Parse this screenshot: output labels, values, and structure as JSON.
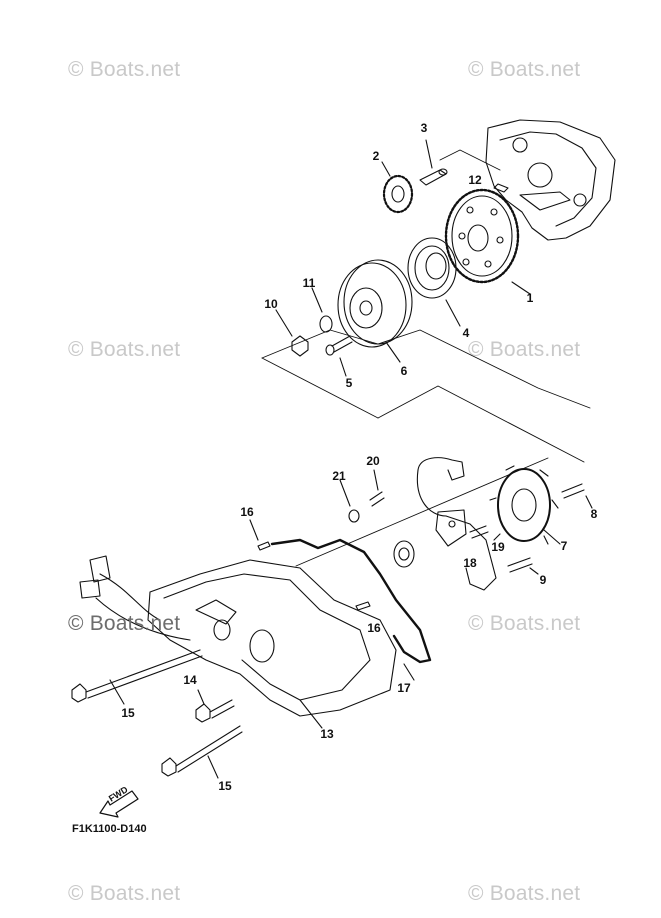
{
  "watermark": {
    "text": "© Boats.net",
    "color": "#c9c9c9",
    "dark_color": "#6d6d6d"
  },
  "callouts": [
    {
      "id": "1",
      "label": "1"
    },
    {
      "id": "2",
      "label": "2"
    },
    {
      "id": "3",
      "label": "3"
    },
    {
      "id": "4",
      "label": "4"
    },
    {
      "id": "5",
      "label": "5"
    },
    {
      "id": "6",
      "label": "6"
    },
    {
      "id": "7",
      "label": "7"
    },
    {
      "id": "8",
      "label": "8"
    },
    {
      "id": "9",
      "label": "9"
    },
    {
      "id": "10",
      "label": "10"
    },
    {
      "id": "11",
      "label": "11"
    },
    {
      "id": "12",
      "label": "12"
    },
    {
      "id": "13",
      "label": "13"
    },
    {
      "id": "14",
      "label": "14"
    },
    {
      "id": "15a",
      "label": "15"
    },
    {
      "id": "15b",
      "label": "15"
    },
    {
      "id": "16a",
      "label": "16"
    },
    {
      "id": "16b",
      "label": "16"
    },
    {
      "id": "17",
      "label": "17"
    },
    {
      "id": "18",
      "label": "18"
    },
    {
      "id": "19",
      "label": "19"
    },
    {
      "id": "20",
      "label": "20"
    },
    {
      "id": "21",
      "label": "21"
    }
  ],
  "diagram_code": "F1K1100-D140",
  "fwd_label": "FWD",
  "icons": {
    "fwd_arrow": "fwd-arrow-icon"
  }
}
